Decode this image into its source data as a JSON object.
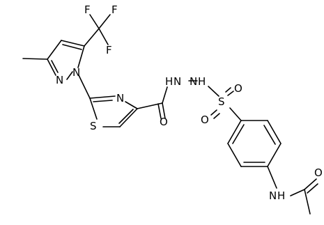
{
  "molecule": {
    "background": "#ffffff",
    "bond_color": "#000000",
    "label_color": "#000000",
    "atoms": {
      "f_top_left": "F",
      "f_top_right": "F",
      "f_right": "F",
      "pyrazole_n2": "N",
      "pyrazole_n1": "N",
      "thiazole_n": "N",
      "thiazole_s": "S",
      "hydrazide_nh_1": "H",
      "hydrazide_nh_1_n": "N",
      "hydrazide_nh_2_n": "N",
      "hydrazide_nh_2": "H",
      "carbonyl_o": "O",
      "sulfonyl_s": "S",
      "sulfonyl_o_left": "O",
      "sulfonyl_o_right": "O",
      "amide_n": "N",
      "amide_h": "H",
      "acetyl_o": "O"
    }
  }
}
